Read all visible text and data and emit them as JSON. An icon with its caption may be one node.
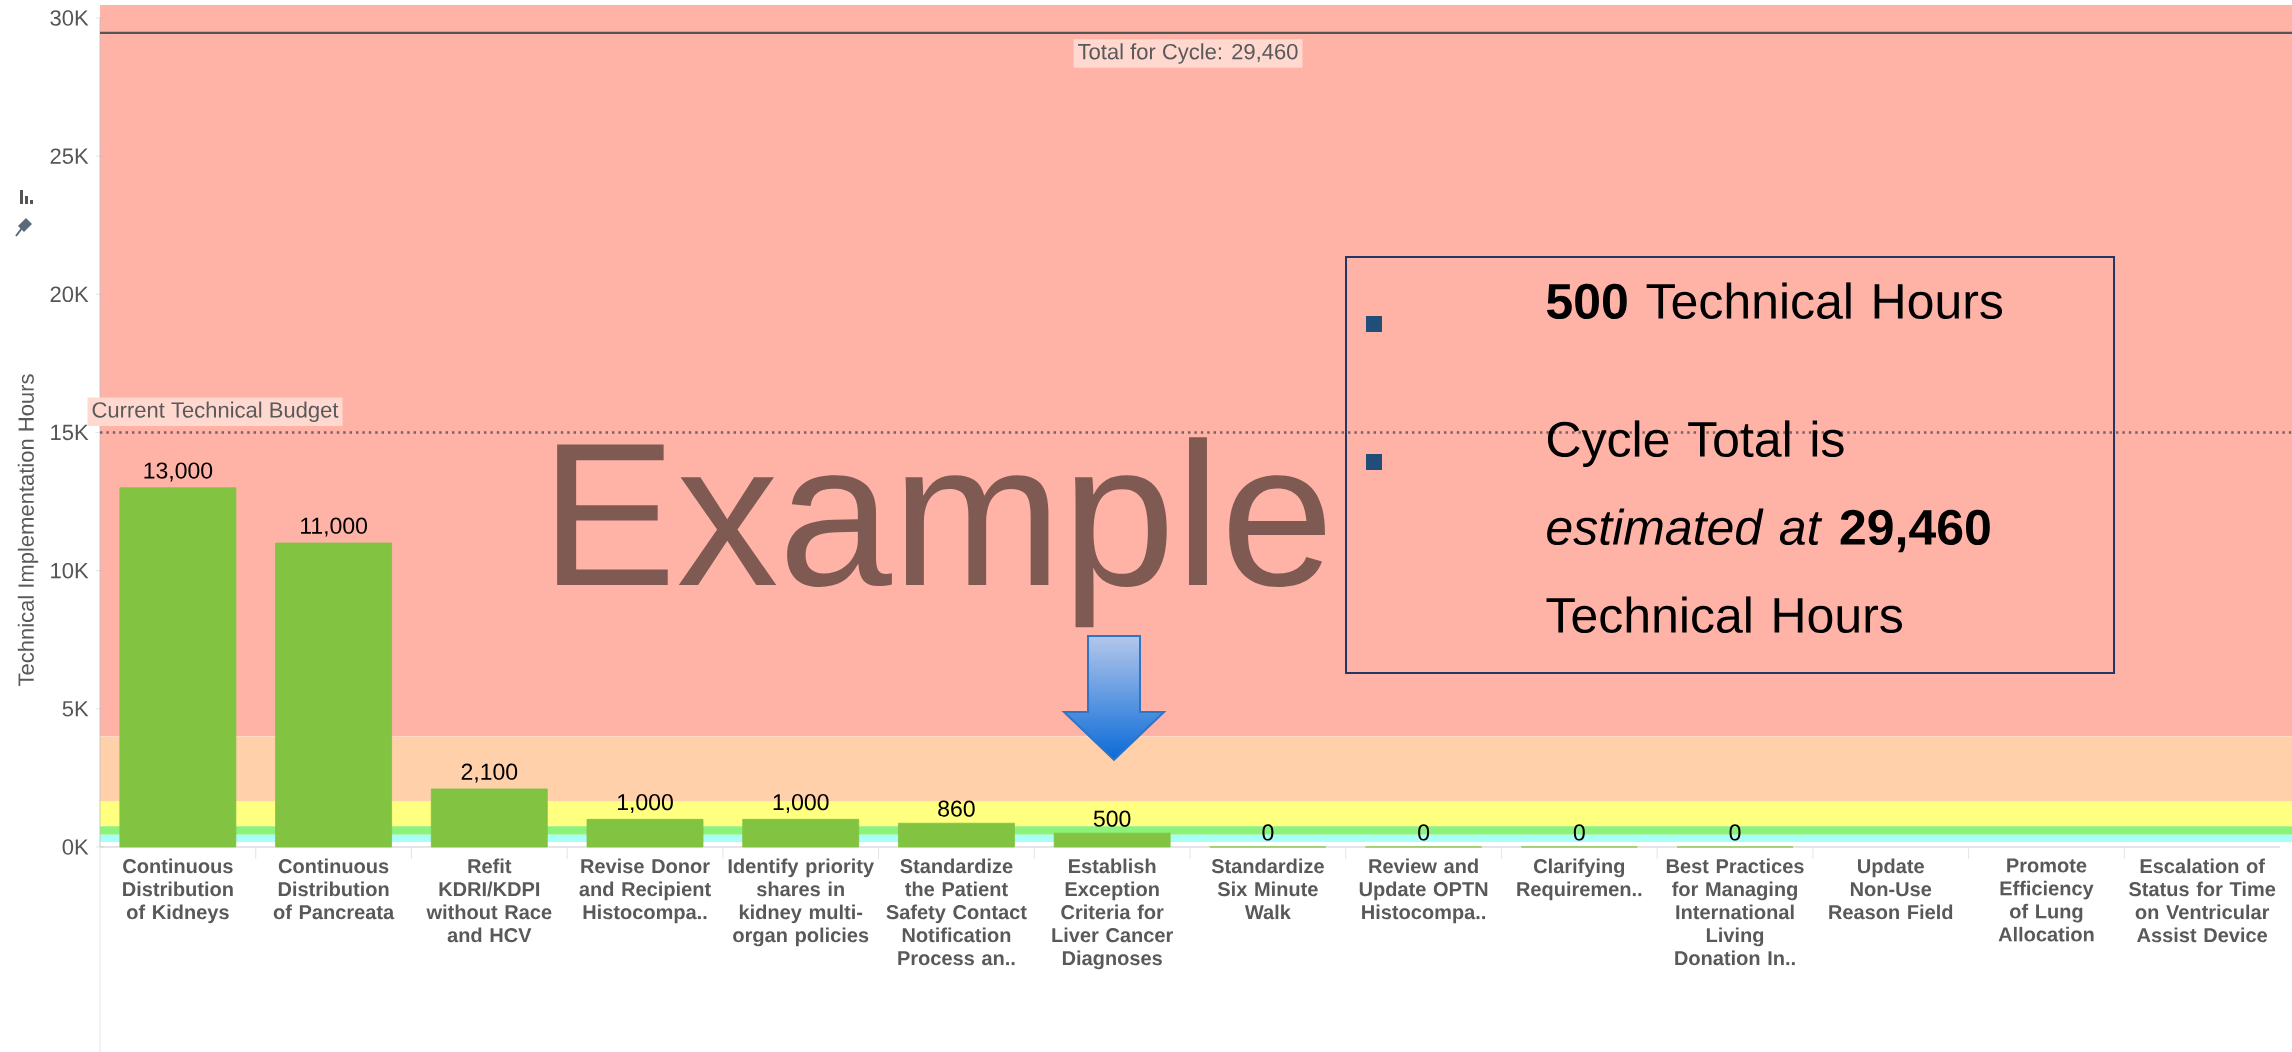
{
  "diagram": {
    "nodes": [
      {
        "text": [
          "**500** Technical Hours",
          "Cycle Total is *estimated at* **29,460** Technical Hours"
        ]
      }
    ],
    "labels": [
      "Example"
    ],
    "chart_data": {
      "type": "bar",
      "ylabel": "Technical Implementation Hours",
      "categories": [
        "Continuous Distribution of Kidneys",
        "Continuous Distribution of Pancreata",
        "Refit KDRI/KDPI without Race and HCV",
        "Revise Donor and Recipient Histocompa..",
        "Identify priority shares in kidney multi-organ policies",
        "Standardize the Patient Safety Contact Notification Process an..",
        "Establish Exception Criteria for Liver Cancer Diagnoses",
        "Standardize Six Minute Walk",
        "Review and Update OPTN Histocompa..",
        "Clarifying Requiremen..",
        "Best Practices for Managing International Living Donation In..",
        "Update Non-Use Reason Field",
        "Promote Efficiency of Lung Allocation",
        "Escalation of Status for Time on Ventricular Assist Device"
      ],
      "series": [
        {
          "color": "#82c341",
          "values": [
            13000,
            11000,
            2100,
            1000,
            1000,
            860,
            500,
            0,
            0,
            0,
            0,
            null,
            null,
            null
          ]
        }
      ],
      "ylim": [
        0,
        30000
      ],
      "yticks": [
        {
          "value": 0,
          "label": "0K"
        },
        {
          "value": 5000,
          "label": "5K"
        },
        {
          "value": 10000,
          "label": "10K"
        },
        {
          "value": 15000,
          "label": "15K"
        },
        {
          "value": 20000,
          "label": "20K"
        },
        {
          "value": 25000,
          "label": "25K"
        },
        {
          "value": 30000,
          "label": "30K"
        }
      ],
      "value_labels": [
        "13,000",
        "11,000",
        "2,100",
        "1,000",
        "1,000",
        "860",
        "500",
        "0",
        "0",
        "0",
        "0",
        null,
        null,
        null
      ],
      "ref_lines": [
        {
          "axis": "y",
          "value": 29460,
          "label": "Total for Cycle: 29,460"
        },
        {
          "axis": "y",
          "value": 15000,
          "label": "Current Technical Budget"
        }
      ]
    }
  }
}
